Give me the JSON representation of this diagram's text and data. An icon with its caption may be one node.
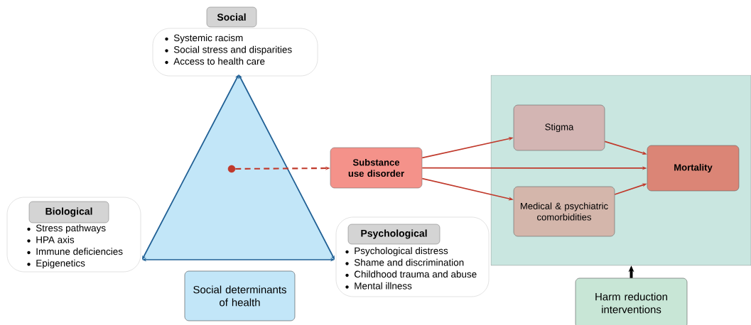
{
  "diagram": {
    "nodes": [
      {
        "text": [
          "Social",
          "Systemic racism",
          "Social stress and disparities",
          "Access to health care"
        ]
      },
      {
        "text": [
          "Biological",
          "Stress pathways",
          "HPA axis",
          "Immune deficiencies",
          "Epigenetics"
        ]
      },
      {
        "text": [
          "Psychological",
          "Psychological distress",
          "Shame and discrimination",
          "Childhood trauma and abuse",
          "Mental illness"
        ]
      },
      {
        "text": [
          "Social determinants of health"
        ]
      },
      {
        "text": [],
        "shape": "circle"
      },
      {
        "text": [
          "Substance use disorder"
        ]
      },
      {
        "text": [],
        "shape": "box"
      },
      {
        "text": [
          "Stigma"
        ],
        "in": 6
      },
      {
        "text": [
          "Medical & psychiatric comorbidities"
        ],
        "in": 6
      },
      {
        "text": [
          "Mortality"
        ],
        "in": 6
      },
      {
        "text": [
          "Harm reduction interventions"
        ]
      }
    ],
    "edges": [
      {
        "from": 0,
        "to": 1,
        "arrow": "both",
        "color": "#1f5f94"
      },
      {
        "from": 0,
        "to": 2,
        "arrow": "both",
        "color": "#1f5f94"
      },
      {
        "from": 1,
        "to": 2,
        "arrow": "both",
        "color": "#1f5f94"
      },
      {
        "from": 4,
        "to": 5,
        "arrow": "to",
        "style": "dashed"
      },
      {
        "from": 5,
        "to": 7,
        "arrow": "to"
      },
      {
        "from": 5,
        "to": 9,
        "arrow": "to"
      },
      {
        "from": 5,
        "to": 8,
        "arrow": "to"
      },
      {
        "from": 7,
        "to": 9,
        "arrow": "to"
      },
      {
        "from": 8,
        "to": 9,
        "arrow": "to"
      },
      {
        "from": 10,
        "to": 6,
        "arrow": "to",
        "style": "thick",
        "color": "#000000"
      }
    ]
  }
}
